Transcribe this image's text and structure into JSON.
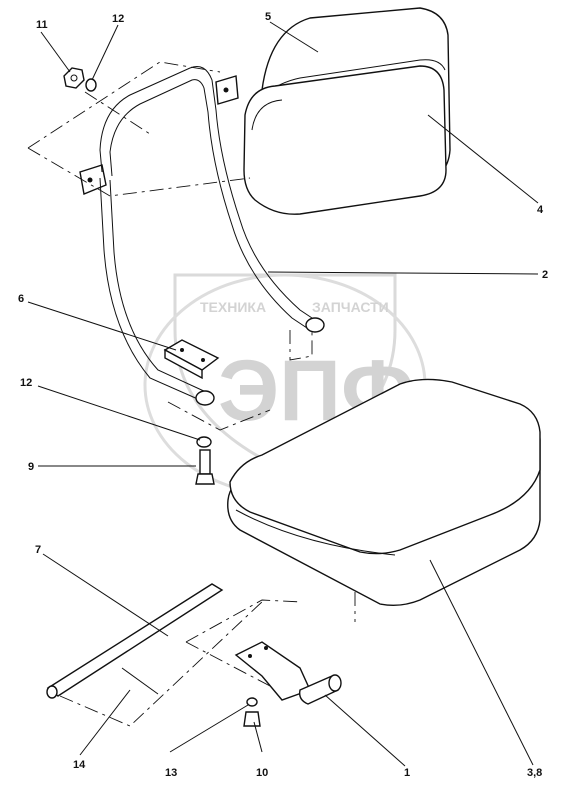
{
  "watermark": {
    "top_text_left": "ТЕХНИКА",
    "top_text_right": "ЗАПЧАСТИ",
    "big_text": "ЭПФ"
  },
  "callouts": [
    {
      "id": "11",
      "text": "11"
    },
    {
      "id": "12a",
      "text": "12"
    },
    {
      "id": "5",
      "text": "5"
    },
    {
      "id": "4",
      "text": "4"
    },
    {
      "id": "2",
      "text": "2"
    },
    {
      "id": "6",
      "text": "6"
    },
    {
      "id": "12b",
      "text": "12"
    },
    {
      "id": "9",
      "text": "9"
    },
    {
      "id": "7",
      "text": "7"
    },
    {
      "id": "14",
      "text": "14"
    },
    {
      "id": "13",
      "text": "13"
    },
    {
      "id": "10",
      "text": "10"
    },
    {
      "id": "1",
      "text": "1"
    },
    {
      "id": "38",
      "text": "3,8"
    }
  ]
}
